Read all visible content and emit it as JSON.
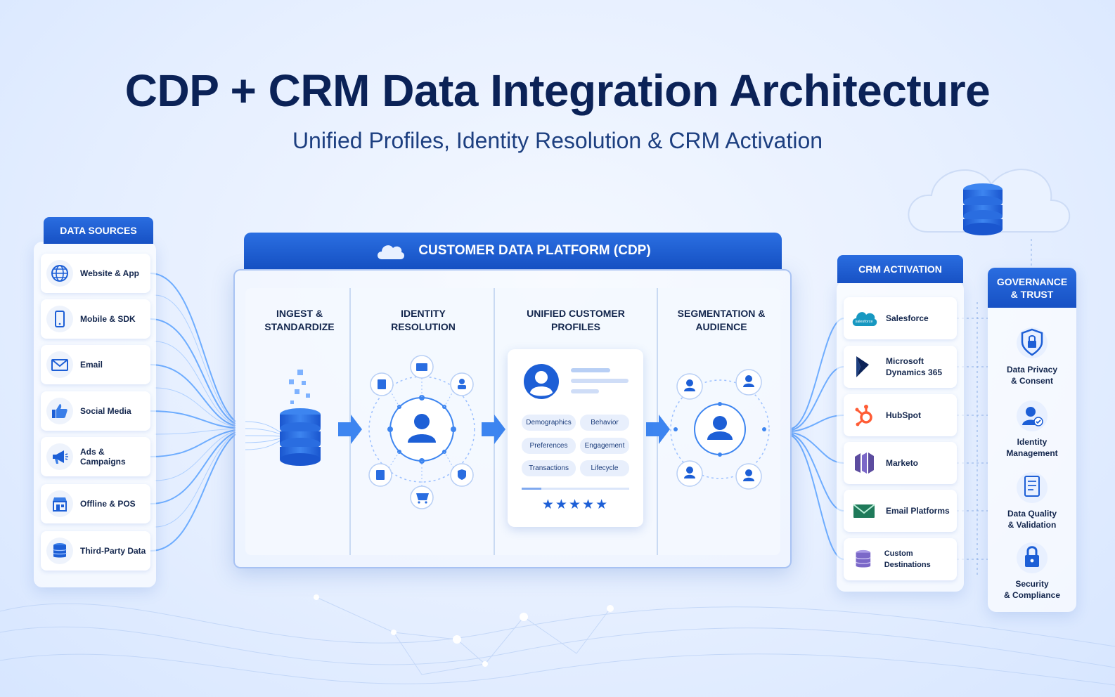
{
  "header": {
    "title": "CDP + CRM Data Integration Architecture",
    "subtitle": "Unified Profiles, Identity Resolution & CRM Activation"
  },
  "data_sources": {
    "heading": "DATA SOURCES",
    "items": [
      {
        "label": "Website & App",
        "icon": "globe-icon"
      },
      {
        "label": "Mobile & SDK",
        "icon": "mobile-icon"
      },
      {
        "label": "Email",
        "icon": "envelope-icon"
      },
      {
        "label": "Social Media",
        "icon": "thumbs-up-icon"
      },
      {
        "label": "Ads & Campaigns",
        "icon": "megaphone-icon"
      },
      {
        "label": "Offline & POS",
        "icon": "store-icon"
      },
      {
        "label": "Third-Party Data",
        "icon": "database-icon"
      }
    ]
  },
  "cdp": {
    "heading": "CUSTOMER DATA PLATFORM (CDP)",
    "stages": [
      {
        "line1": "INGEST &",
        "line2": "STANDARDIZE"
      },
      {
        "line1": "IDENTITY",
        "line2": "RESOLUTION"
      },
      {
        "line1": "UNIFIED CUSTOMER",
        "line2": "PROFILES"
      },
      {
        "line1": "SEGMENTATION &",
        "line2": "AUDIENCE"
      }
    ],
    "profile_chips": [
      "Demographics",
      "Behavior",
      "Preferences",
      "Engagement",
      "Transactions",
      "Lifecycle"
    ],
    "rating_stars": 5
  },
  "crm_activation": {
    "heading": "CRM ACTIVATION",
    "items": [
      {
        "line1": "Salesforce",
        "line2": "",
        "icon": "salesforce-icon",
        "logo_text": "salesforce"
      },
      {
        "line1": "Microsoft",
        "line2": "Dynamics 365",
        "icon": "dynamics-icon"
      },
      {
        "line1": "HubSpot",
        "line2": "",
        "icon": "hubspot-icon"
      },
      {
        "line1": "Marketo",
        "line2": "",
        "icon": "marketo-icon"
      },
      {
        "line1": "Email Platforms",
        "line2": "",
        "icon": "envelope-icon"
      },
      {
        "line1": "Custom Destinations",
        "line2": "",
        "icon": "database-icon"
      }
    ]
  },
  "governance": {
    "heading_line1": "GOVERNANCE",
    "heading_line2": "& TRUST",
    "items": [
      {
        "line1": "Data Privacy",
        "line2": "& Consent",
        "icon": "shield-lock-icon"
      },
      {
        "line1": "Identity",
        "line2": "Management",
        "icon": "user-check-icon"
      },
      {
        "line1": "Data Quality",
        "line2": "& Validation",
        "icon": "checklist-icon"
      },
      {
        "line1": "Security",
        "line2": "& Compliance",
        "icon": "padlock-icon"
      }
    ]
  },
  "colors": {
    "primary": "#1d5fd6",
    "dark_text": "#0b2257",
    "salesforce": "#1798c1",
    "hubspot": "#ff5c35",
    "marketo": "#5c4c9f",
    "email": "#1f7a5a",
    "custom": "#7b68c8"
  }
}
